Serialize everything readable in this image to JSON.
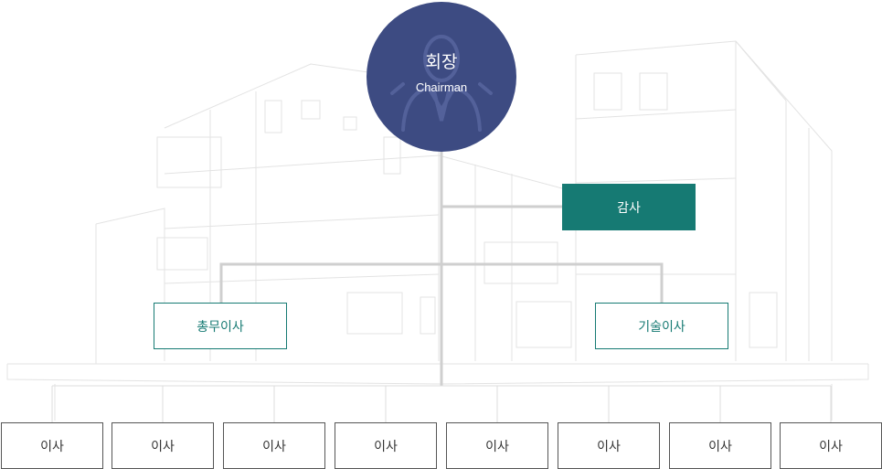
{
  "chairman": {
    "title": "회장",
    "subtitle": "Chairman"
  },
  "audit": {
    "label": "감사"
  },
  "executives": [
    {
      "label": "총무이사"
    },
    {
      "label": "기술이사"
    }
  ],
  "directors": [
    {
      "label": "이사"
    },
    {
      "label": "이사"
    },
    {
      "label": "이사"
    },
    {
      "label": "이사"
    },
    {
      "label": "이사"
    },
    {
      "label": "이사"
    },
    {
      "label": "이사"
    },
    {
      "label": "이사"
    }
  ],
  "colors": {
    "chairman_fill": "#3d4b82",
    "audit_fill": "#167a73",
    "executive_border": "#167a73",
    "connector": "#cfcfcf"
  },
  "icons": {
    "chairman_background": "person-icon",
    "background": "building-sketch"
  }
}
